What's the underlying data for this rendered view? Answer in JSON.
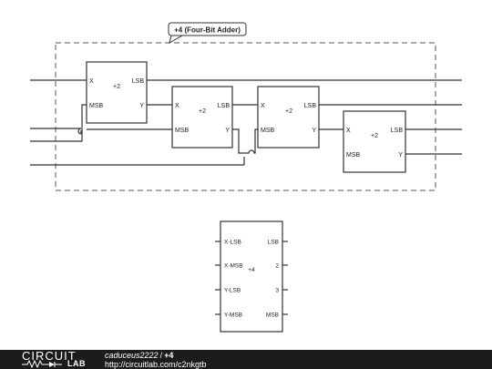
{
  "diagram": {
    "group_label": "+4 (Four-Bit Adder)",
    "blocks": [
      {
        "name": "adder-block-1",
        "center": "+2",
        "pins": {
          "x": "X",
          "msb": "MSB",
          "lsb": "LSB",
          "y": "Y"
        }
      },
      {
        "name": "adder-block-2",
        "center": "+2",
        "pins": {
          "x": "X",
          "msb": "MSB",
          "lsb": "LSB",
          "y": "Y"
        }
      },
      {
        "name": "adder-block-3",
        "center": "+2",
        "pins": {
          "x": "X",
          "msb": "MSB",
          "lsb": "LSB",
          "y": "Y"
        }
      },
      {
        "name": "adder-block-4",
        "center": "+2",
        "pins": {
          "x": "X",
          "msb": "MSB",
          "lsb": "LSB",
          "y": "Y"
        }
      }
    ],
    "symbol": {
      "center": "+4",
      "left_pins": [
        "X-LSB",
        "X-MSB",
        "Y-LSB",
        "Y-MSB"
      ],
      "right_pins": [
        "LSB",
        "2",
        "3",
        "MSB"
      ]
    }
  },
  "footer": {
    "logo_top": "CIRCUIT",
    "logo_bottom": "LAB",
    "user": "caduceus2222",
    "separator": "/",
    "title": "+4",
    "url": "http://circuitlab.com/c2nkgtb"
  }
}
